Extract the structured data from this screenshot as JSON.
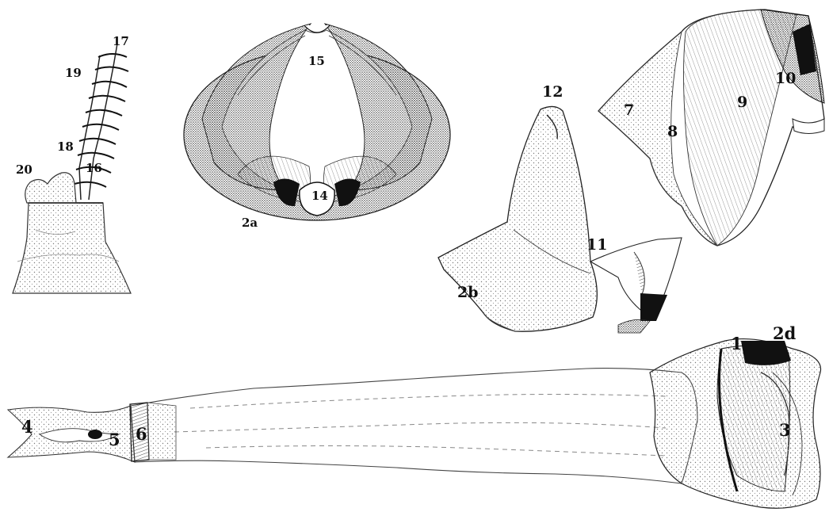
{
  "figure": {
    "labels": {
      "l1": "1",
      "l2a": "2a",
      "l2b": "2b",
      "l2d": "2d",
      "l3": "3",
      "l4": "4",
      "l5": "5",
      "l6": "6",
      "l7": "7",
      "l8": "8",
      "l9": "9",
      "l10": "10",
      "l11": "11",
      "l12": "12",
      "l14": "14",
      "l15": "15",
      "l16": "16",
      "l17": "17",
      "l18": "18",
      "l19": "19",
      "l20": "20"
    },
    "colors": {
      "ink": "#111111",
      "stipple": "#777777",
      "dark_fill": "#1a1a1a",
      "paper": "#ffffff"
    }
  }
}
